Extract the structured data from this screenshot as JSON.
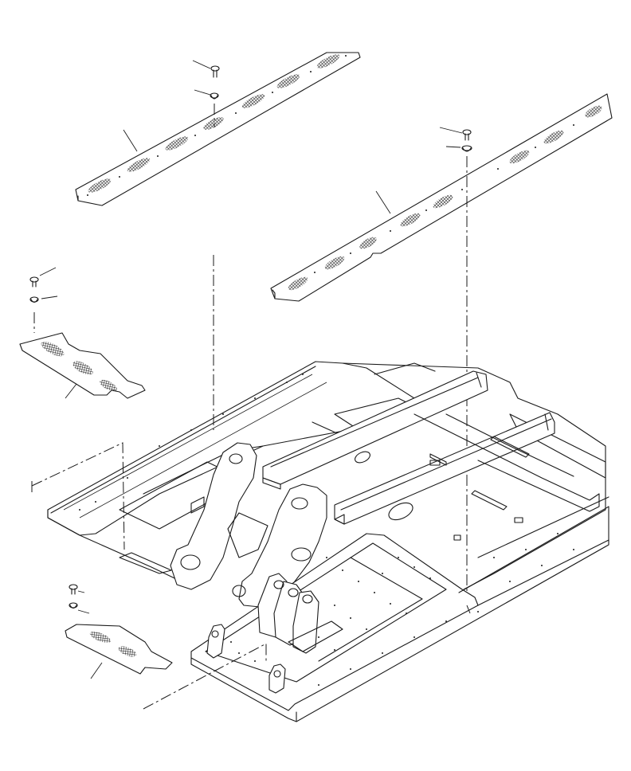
{
  "diagram": {
    "style": "isometric exploded parts drawing",
    "line_color": "#1a1a1a",
    "background": "#ffffff",
    "parts": [
      {
        "name": "upper-left-cover-plate",
        "fasteners": [
          "bolt",
          "washer"
        ]
      },
      {
        "name": "upper-right-cover-plate",
        "fasteners": [
          "bolt",
          "washer"
        ]
      },
      {
        "name": "left-small-cover-plate",
        "fasteners": [
          "bolt",
          "washer"
        ]
      },
      {
        "name": "lower-small-cover-plate",
        "fasteners": [
          "bolt",
          "washer"
        ]
      },
      {
        "name": "main-frame-assembly",
        "fasteners": []
      }
    ]
  }
}
